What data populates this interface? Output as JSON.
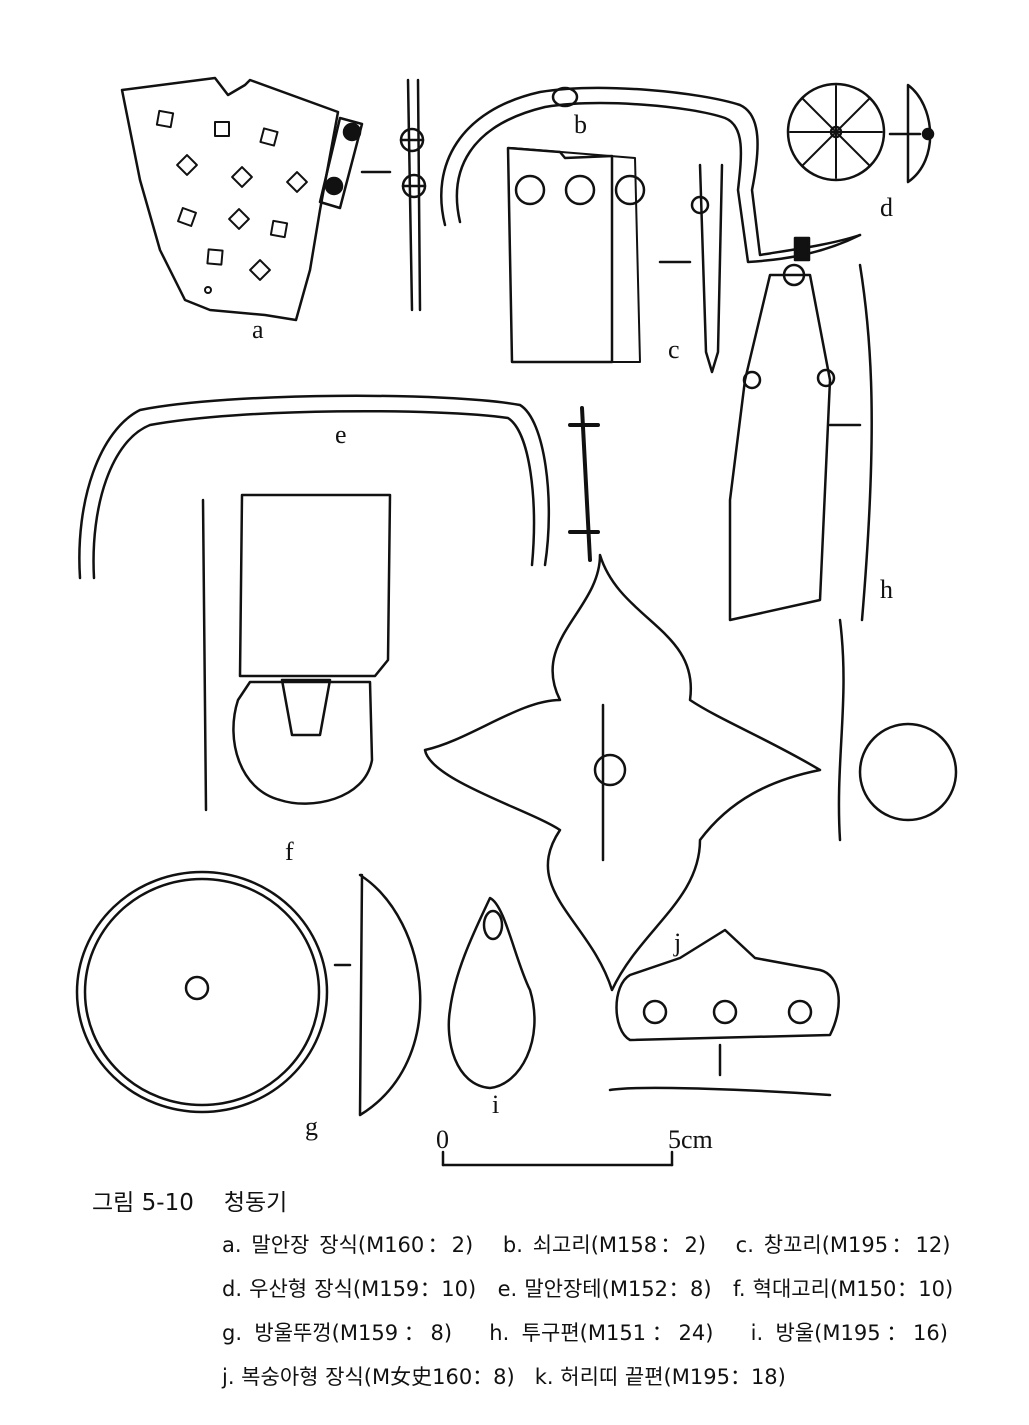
{
  "figure_labels": {
    "a": "a",
    "b": "b",
    "c": "c",
    "d": "d",
    "e": "e",
    "f": "f",
    "g": "g",
    "h": "h",
    "i": "i",
    "j": "j"
  },
  "scale": {
    "zero": "0",
    "max": "5cm"
  },
  "caption": {
    "figure_no": "그림 5-10",
    "title": "청동기",
    "items": [
      "a. 말안장 장식(M160：2)",
      "b. 쇠고리(M158：2)",
      "c. 창꼬리(M195：12)",
      "d. 우산형 장식(M159：10)",
      "e. 말안장테(M152：8)",
      "f. 혁대고리(M150：10)",
      "g. 방울뚜껑(M159：8)",
      "h. 투구편(M151：24)",
      "i. 방울(M195：16)",
      "j. 복숭아형 장식(M女史160：8)",
      "k. 허리띠 끝편(M195：18)"
    ]
  }
}
